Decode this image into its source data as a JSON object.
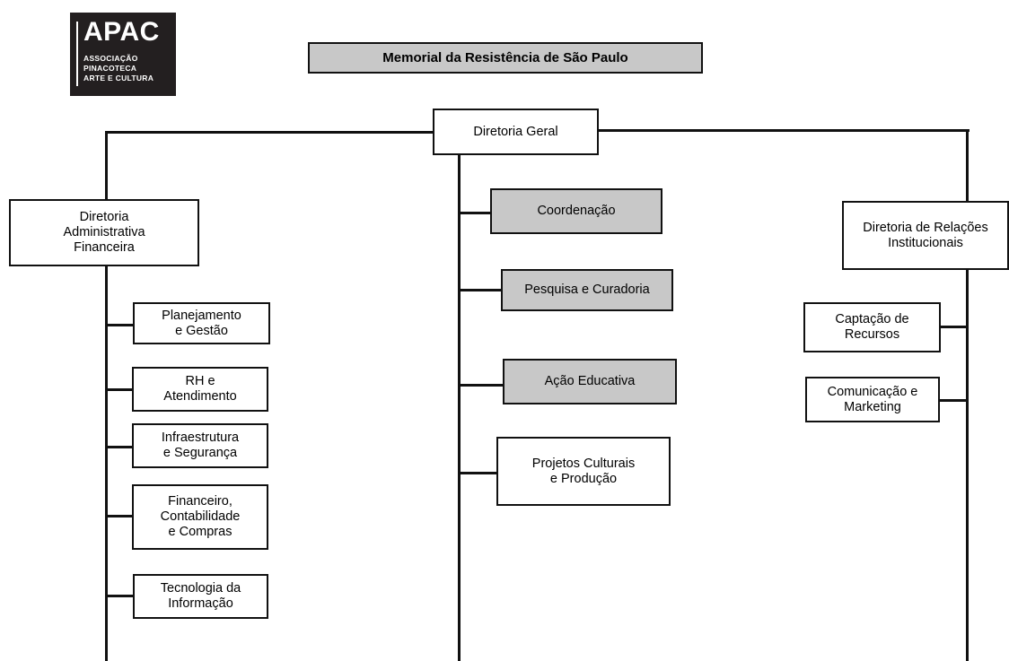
{
  "logo": {
    "acronym": "APAC",
    "lines": [
      "ASSOCIAÇÃO",
      "PINACOTECA",
      "ARTE E CULTURA"
    ]
  },
  "title": "Memorial da Resistência de São Paulo",
  "root": {
    "label": "Diretoria Geral"
  },
  "left": {
    "head": "Diretoria\nAdministrativa\nFinanceira",
    "items": [
      "Planejamento\ne Gestão",
      "RH e\nAtendimento",
      "Infraestrutura\ne Segurança",
      "Financeiro,\nContabilidade\ne Compras",
      "Tecnologia da\nInformação"
    ]
  },
  "center": {
    "items": [
      "Coordenação",
      "Pesquisa  e Curadoria",
      "Ação Educativa",
      "Projetos Culturais\ne Produção"
    ]
  },
  "right": {
    "head": "Diretoria de Relações\nInstitucionais",
    "items": [
      "Captação de\nRecursos",
      "Comunicação e\nMarketing"
    ]
  },
  "colors": {
    "box_fill": "#ffffff",
    "highlight_fill": "#c8c8c8",
    "line": "#111111",
    "logo_bg": "#231f20"
  }
}
